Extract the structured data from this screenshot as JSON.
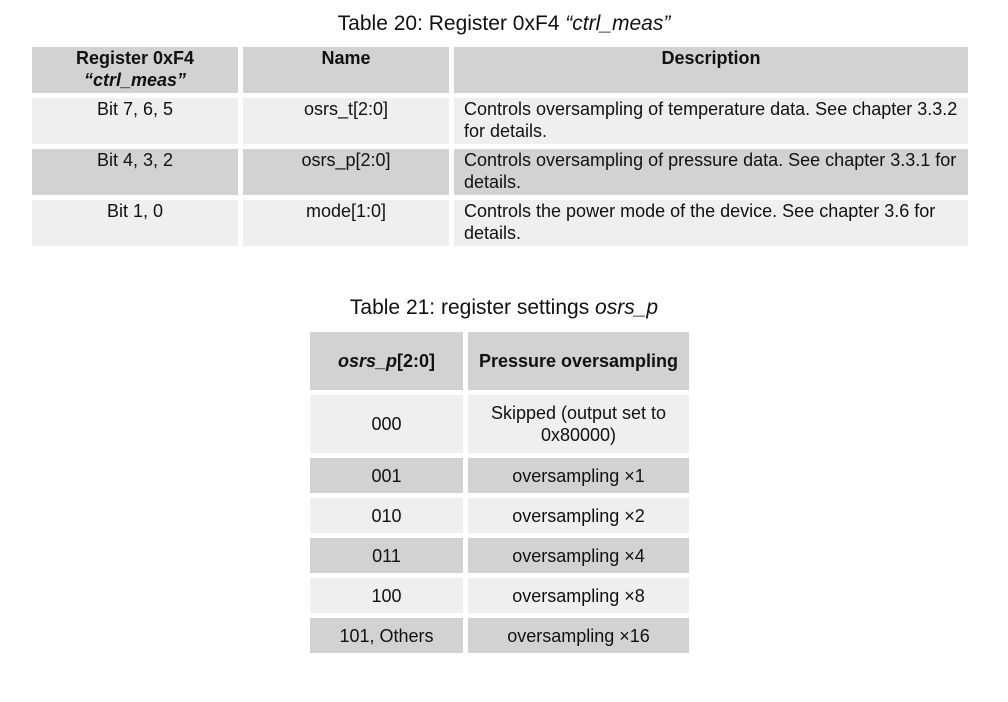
{
  "table20": {
    "caption_prefix": "Table 20: Register 0xF4 ",
    "caption_italic": "“ctrl_meas”",
    "headers": {
      "register_line1": "Register 0xF4",
      "register_line2": "“ctrl_meas”",
      "name": "Name",
      "description": "Description"
    },
    "rows": [
      {
        "bits": "Bit 7, 6, 5",
        "name": "osrs_t[2:0]",
        "description": "Controls oversampling of temperature data. See chapter 3.3.2 for details."
      },
      {
        "bits": "Bit 4, 3, 2",
        "name": "osrs_p[2:0]",
        "description": "Controls oversampling of pressure data. See chapter 3.3.1 for details."
      },
      {
        "bits": "Bit 1, 0",
        "name": "mode[1:0]",
        "description": "Controls the power mode of the device. See chapter 3.6 for details."
      }
    ]
  },
  "table21": {
    "caption_prefix": "Table 21: register settings ",
    "caption_italic": "osrs_p",
    "headers": {
      "col1_italic": "osrs_p",
      "col1_suffix": "[2:0]",
      "col2": "Pressure oversampling"
    },
    "rows": [
      {
        "code": "000",
        "setting": "Skipped (output set to 0x80000)"
      },
      {
        "code": "001",
        "setting": "oversampling ×1"
      },
      {
        "code": "010",
        "setting": "oversampling ×2"
      },
      {
        "code": "011",
        "setting": "oversampling ×4"
      },
      {
        "code": "100",
        "setting": "oversampling ×8"
      },
      {
        "code": "101, Others",
        "setting": "oversampling ×16"
      }
    ]
  }
}
